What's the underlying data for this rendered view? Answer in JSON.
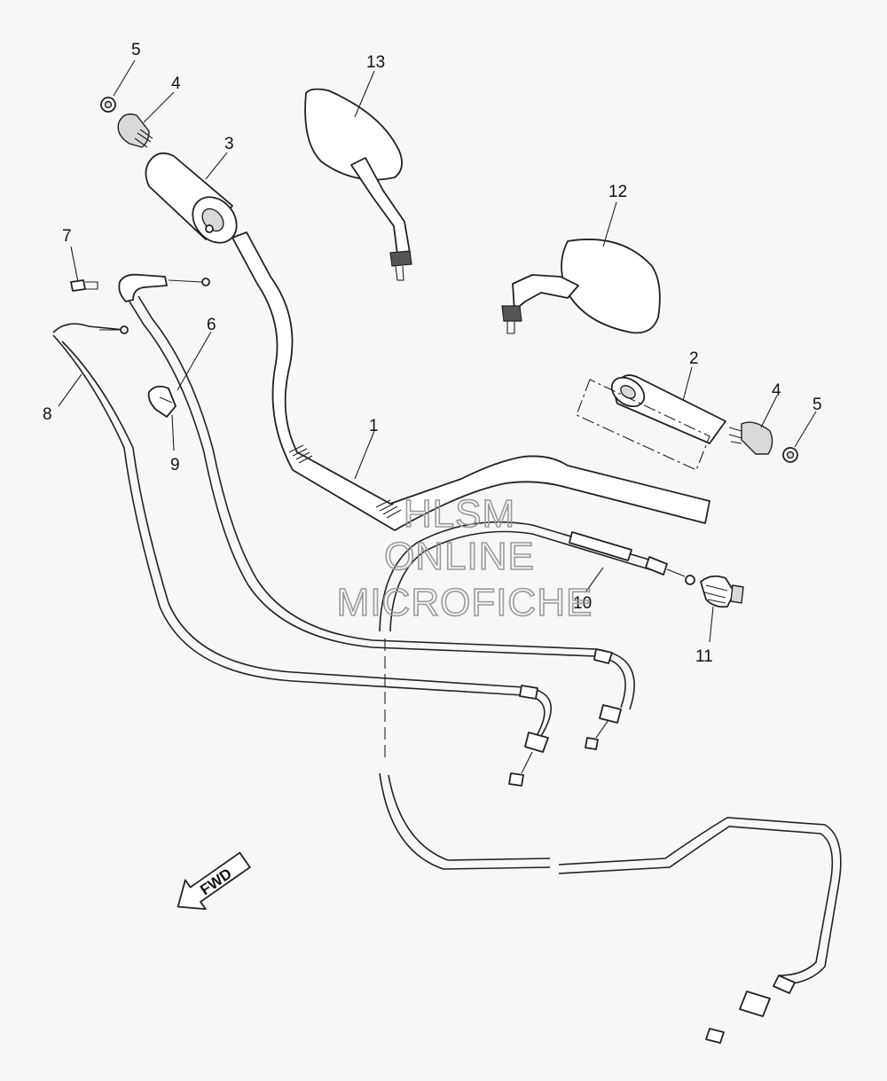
{
  "callouts": [
    {
      "id": "c1",
      "label": "1"
    },
    {
      "id": "c2",
      "label": "2"
    },
    {
      "id": "c3",
      "label": "3"
    },
    {
      "id": "c4a",
      "label": "4"
    },
    {
      "id": "c4b",
      "label": "4"
    },
    {
      "id": "c5a",
      "label": "5"
    },
    {
      "id": "c5b",
      "label": "5"
    },
    {
      "id": "c6",
      "label": "6"
    },
    {
      "id": "c7",
      "label": "7"
    },
    {
      "id": "c8",
      "label": "8"
    },
    {
      "id": "c9",
      "label": "9"
    },
    {
      "id": "c10",
      "label": "10"
    },
    {
      "id": "c11",
      "label": "11"
    },
    {
      "id": "c12",
      "label": "12"
    },
    {
      "id": "c13",
      "label": "13"
    }
  ],
  "watermark": {
    "line1": "HLSM",
    "line2": "ONLINE",
    "line3": "MICROFICHE"
  },
  "fwd_label": "FWD",
  "colors": {
    "background": "#f7f7f7",
    "line": "#222222",
    "watermark": "#9a9a9a"
  }
}
